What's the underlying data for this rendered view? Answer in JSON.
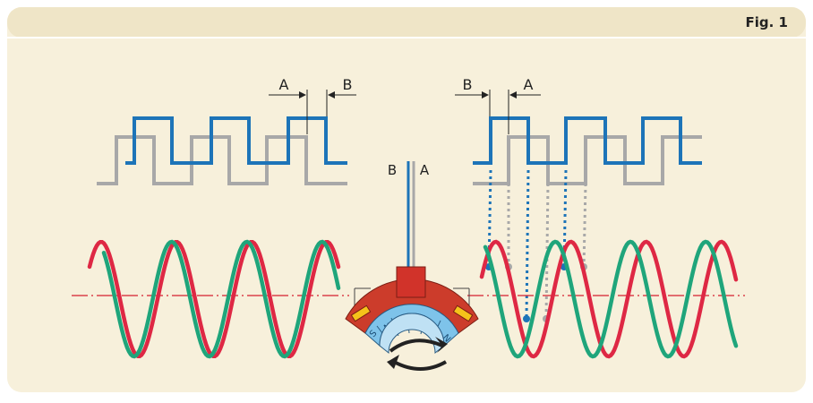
{
  "figure": {
    "label": "Fig. 1",
    "colors": {
      "panel": "#f7f0db",
      "header_band": "#ece2c2",
      "divider": "#ffffff",
      "channel_a": "#1d74b8",
      "channel_b": "#a8a8a8",
      "sine_green": "#1fa57b",
      "sine_red": "#de2844",
      "center_line": "#d51f2f",
      "ring_outer": "#cc3c2b",
      "ring_inner": "#7ec3ea",
      "sensor": "#d1332a",
      "magnet_yellow": "#f5c31a"
    }
  },
  "left_waveforms": {
    "labels": {
      "a": "A",
      "b": "B"
    }
  },
  "right_waveforms": {
    "labels": {
      "a": "A",
      "b": "B"
    }
  },
  "sensor": {
    "labels": {
      "b": "B",
      "a": "A"
    },
    "poles": [
      "S",
      "N",
      "S",
      "N",
      "S",
      "N"
    ]
  },
  "icons": {
    "rotation": "double-arrow-icon"
  }
}
